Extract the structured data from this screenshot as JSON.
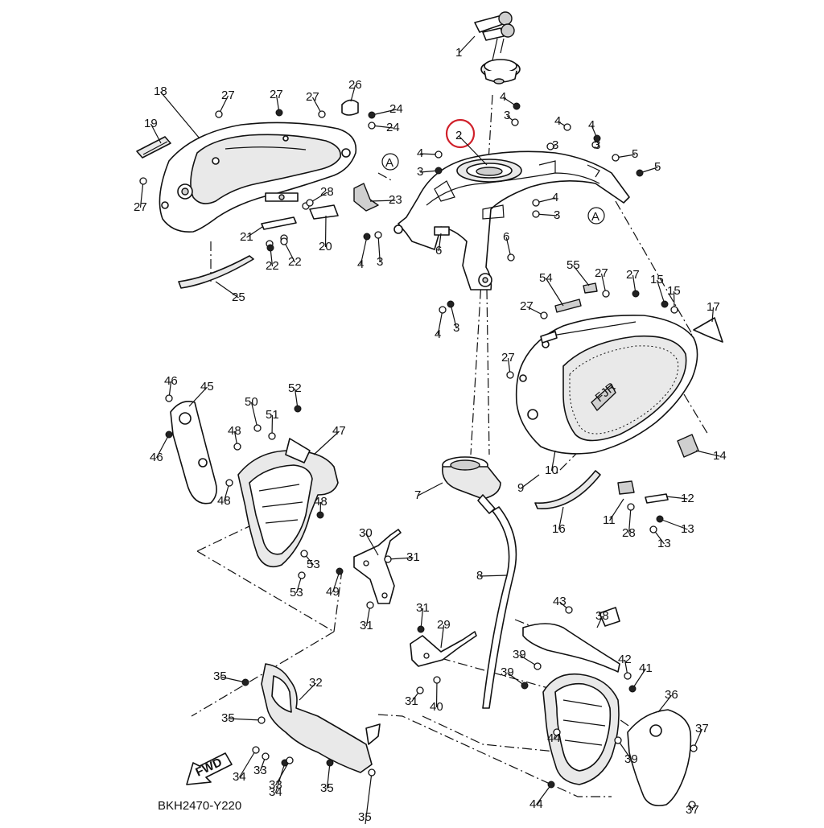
{
  "diagram_code": "BKH2470-Y220",
  "fwd_label": "FWD",
  "ref_label": "A",
  "highlight_color": "#d0202a",
  "highlighted_part": "2",
  "logo_text": "FJR",
  "callouts": [
    {
      "id": "c1",
      "text": "1"
    },
    {
      "id": "c2",
      "text": "2"
    },
    {
      "id": "c3a",
      "text": "3"
    },
    {
      "id": "c3b",
      "text": "3"
    },
    {
      "id": "c3c",
      "text": "3"
    },
    {
      "id": "c3d",
      "text": "3"
    },
    {
      "id": "c3e",
      "text": "3"
    },
    {
      "id": "c3f",
      "text": "3"
    },
    {
      "id": "c3g",
      "text": "3"
    },
    {
      "id": "c4a",
      "text": "4"
    },
    {
      "id": "c4b",
      "text": "4"
    },
    {
      "id": "c4c",
      "text": "4"
    },
    {
      "id": "c4d",
      "text": "4"
    },
    {
      "id": "c4e",
      "text": "4"
    },
    {
      "id": "c4f",
      "text": "4"
    },
    {
      "id": "c4g",
      "text": "4"
    },
    {
      "id": "c5a",
      "text": "5"
    },
    {
      "id": "c5b",
      "text": "5"
    },
    {
      "id": "c6a",
      "text": "6"
    },
    {
      "id": "c6b",
      "text": "6"
    },
    {
      "id": "c7",
      "text": "7"
    },
    {
      "id": "c8",
      "text": "8"
    },
    {
      "id": "c9",
      "text": "9"
    },
    {
      "id": "c10",
      "text": "10"
    },
    {
      "id": "c11",
      "text": "11"
    },
    {
      "id": "c12",
      "text": "12"
    },
    {
      "id": "c13a",
      "text": "13"
    },
    {
      "id": "c13b",
      "text": "13"
    },
    {
      "id": "c14",
      "text": "14"
    },
    {
      "id": "c15a",
      "text": "15"
    },
    {
      "id": "c15b",
      "text": "15"
    },
    {
      "id": "c16",
      "text": "16"
    },
    {
      "id": "c17",
      "text": "17"
    },
    {
      "id": "c18",
      "text": "18"
    },
    {
      "id": "c19",
      "text": "19"
    },
    {
      "id": "c20",
      "text": "20"
    },
    {
      "id": "c21",
      "text": "21"
    },
    {
      "id": "c22a",
      "text": "22"
    },
    {
      "id": "c22b",
      "text": "22"
    },
    {
      "id": "c23",
      "text": "23"
    },
    {
      "id": "c24a",
      "text": "24"
    },
    {
      "id": "c24b",
      "text": "24"
    },
    {
      "id": "c25",
      "text": "25"
    },
    {
      "id": "c26",
      "text": "26"
    },
    {
      "id": "c27a",
      "text": "27"
    },
    {
      "id": "c27b",
      "text": "27"
    },
    {
      "id": "c27c",
      "text": "27"
    },
    {
      "id": "c27d",
      "text": "27"
    },
    {
      "id": "c27e",
      "text": "27"
    },
    {
      "id": "c27f",
      "text": "27"
    },
    {
      "id": "c27g",
      "text": "27"
    },
    {
      "id": "c27h",
      "text": "27"
    },
    {
      "id": "c28a",
      "text": "28"
    },
    {
      "id": "c28b",
      "text": "28"
    },
    {
      "id": "c29",
      "text": "29"
    },
    {
      "id": "c30",
      "text": "30"
    },
    {
      "id": "c31a",
      "text": "31"
    },
    {
      "id": "c31b",
      "text": "31"
    },
    {
      "id": "c31c",
      "text": "31"
    },
    {
      "id": "c31d",
      "text": "31"
    },
    {
      "id": "c32",
      "text": "32"
    },
    {
      "id": "c33a",
      "text": "33"
    },
    {
      "id": "c33b",
      "text": "33"
    },
    {
      "id": "c34a",
      "text": "34"
    },
    {
      "id": "c34b",
      "text": "34"
    },
    {
      "id": "c35a",
      "text": "35"
    },
    {
      "id": "c35b",
      "text": "35"
    },
    {
      "id": "c35c",
      "text": "35"
    },
    {
      "id": "c35d",
      "text": "35"
    },
    {
      "id": "c36",
      "text": "36"
    },
    {
      "id": "c37a",
      "text": "37"
    },
    {
      "id": "c37b",
      "text": "37"
    },
    {
      "id": "c38",
      "text": "38"
    },
    {
      "id": "c39a",
      "text": "39"
    },
    {
      "id": "c39b",
      "text": "39"
    },
    {
      "id": "c39c",
      "text": "39"
    },
    {
      "id": "c40",
      "text": "40"
    },
    {
      "id": "c41",
      "text": "41"
    },
    {
      "id": "c42",
      "text": "42"
    },
    {
      "id": "c43",
      "text": "43"
    },
    {
      "id": "c44a",
      "text": "44"
    },
    {
      "id": "c44b",
      "text": "44"
    },
    {
      "id": "c45",
      "text": "45"
    },
    {
      "id": "c46a",
      "text": "46"
    },
    {
      "id": "c46b",
      "text": "46"
    },
    {
      "id": "c47",
      "text": "47"
    },
    {
      "id": "c48a",
      "text": "48"
    },
    {
      "id": "c48b",
      "text": "48"
    },
    {
      "id": "c48c",
      "text": "48"
    },
    {
      "id": "c49",
      "text": "49"
    },
    {
      "id": "c50",
      "text": "50"
    },
    {
      "id": "c51",
      "text": "51"
    },
    {
      "id": "c52",
      "text": "52"
    },
    {
      "id": "c53a",
      "text": "53"
    },
    {
      "id": "c53b",
      "text": "53"
    },
    {
      "id": "c54",
      "text": "54"
    },
    {
      "id": "c55",
      "text": "55"
    }
  ]
}
